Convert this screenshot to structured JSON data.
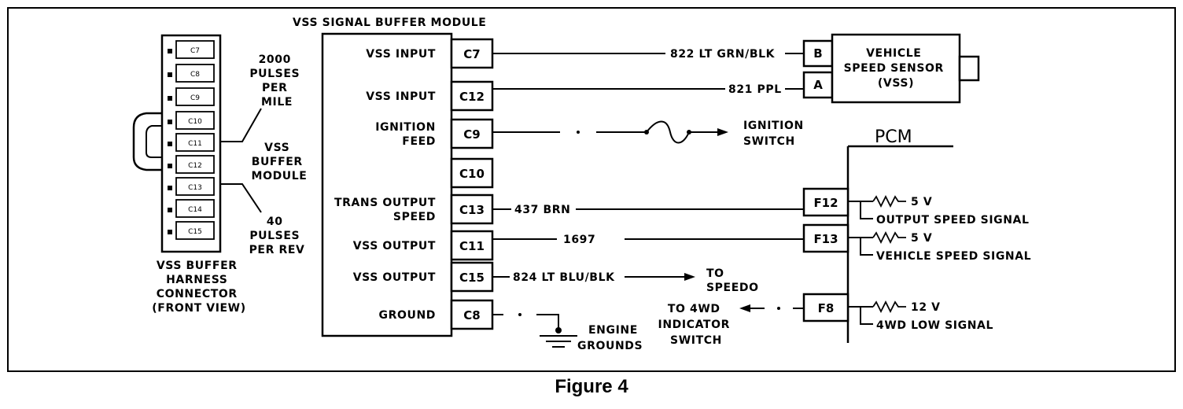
{
  "caption": "Figure 4",
  "module": {
    "title": "VSS SIGNAL BUFFER MODULE",
    "rows": [
      {
        "label": [
          "VSS INPUT"
        ],
        "pin": "C7"
      },
      {
        "label": [
          "VSS INPUT"
        ],
        "pin": "C12"
      },
      {
        "label": [
          "IGNITION",
          "FEED"
        ],
        "pin": "C9"
      },
      {
        "label": [],
        "pin": "C10"
      },
      {
        "label": [
          "TRANS OUTPUT",
          "SPEED"
        ],
        "pin": "C13"
      },
      {
        "label": [
          "VSS OUTPUT"
        ],
        "pin": "C11"
      },
      {
        "label": [
          "VSS OUTPUT"
        ],
        "pin": "C15"
      },
      {
        "label": [
          "GROUND"
        ],
        "pin": "C8"
      }
    ]
  },
  "connector": {
    "pins": [
      "C7",
      "C8",
      "C9",
      "C10",
      "C11",
      "C12",
      "C13",
      "C14",
      "C15"
    ],
    "caption": [
      "VSS BUFFER",
      "HARNESS",
      "CONNECTOR",
      "(FRONT VIEW)"
    ],
    "note_top": [
      "2000",
      "PULSES",
      "PER",
      "MILE"
    ],
    "note_mid": [
      "VSS",
      "BUFFER",
      "MODULE"
    ],
    "note_bottom": [
      "40",
      "PULSES",
      "PER REV"
    ]
  },
  "wires": {
    "c7": "822 LT GRN/BLK",
    "c12": "821 PPL",
    "c13": "437 BRN",
    "c11": "1697",
    "c15": "824 LT BLU/BLK"
  },
  "sensor": {
    "pins": [
      "B",
      "A"
    ],
    "label": [
      "VEHICLE",
      "SPEED SENSOR",
      "(VSS)"
    ]
  },
  "ignition": [
    "IGNITION",
    "SWITCH"
  ],
  "speedo": [
    "TO",
    "SPEEDO"
  ],
  "engine_grounds": [
    "ENGINE",
    "GROUNDS"
  ],
  "indicator": [
    "TO 4WD",
    "INDICATOR",
    "SWITCH"
  ],
  "pcm": {
    "title": "PCM",
    "pins": [
      {
        "pin": "F12",
        "voltage": "5 V",
        "signal": "OUTPUT SPEED SIGNAL"
      },
      {
        "pin": "F13",
        "voltage": "5 V",
        "signal": "VEHICLE SPEED SIGNAL"
      },
      {
        "pin": "F8",
        "voltage": "12 V",
        "signal": "4WD LOW SIGNAL"
      }
    ]
  }
}
